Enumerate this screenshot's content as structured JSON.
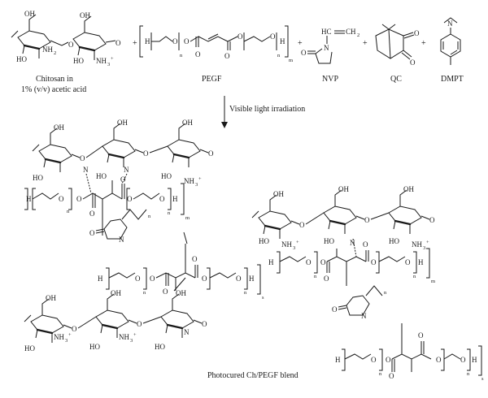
{
  "reactants": {
    "chitosan_label_1": "Chitosan in",
    "chitosan_label_2": "1% (v/v) acetic acid",
    "pegf_label": "PEGF",
    "nvp_label": "NVP",
    "qc_label": "QC",
    "dmpt_label": "DMPT",
    "plus": "+"
  },
  "reaction": {
    "arrow_label": "Visible light irradiation"
  },
  "product": {
    "label": "Photocured Ch/PEGF blend"
  },
  "atoms": {
    "oh": "OH",
    "ho": "HO",
    "o": "O",
    "nh2": "NH",
    "nh3": "NH",
    "n": "N",
    "h": "H",
    "hc": "HC",
    "ch2": "CH",
    "two": "2",
    "three": "3",
    "plus": "+",
    "n_sub": "n",
    "m_sub": "m",
    "s_sub": "s"
  }
}
